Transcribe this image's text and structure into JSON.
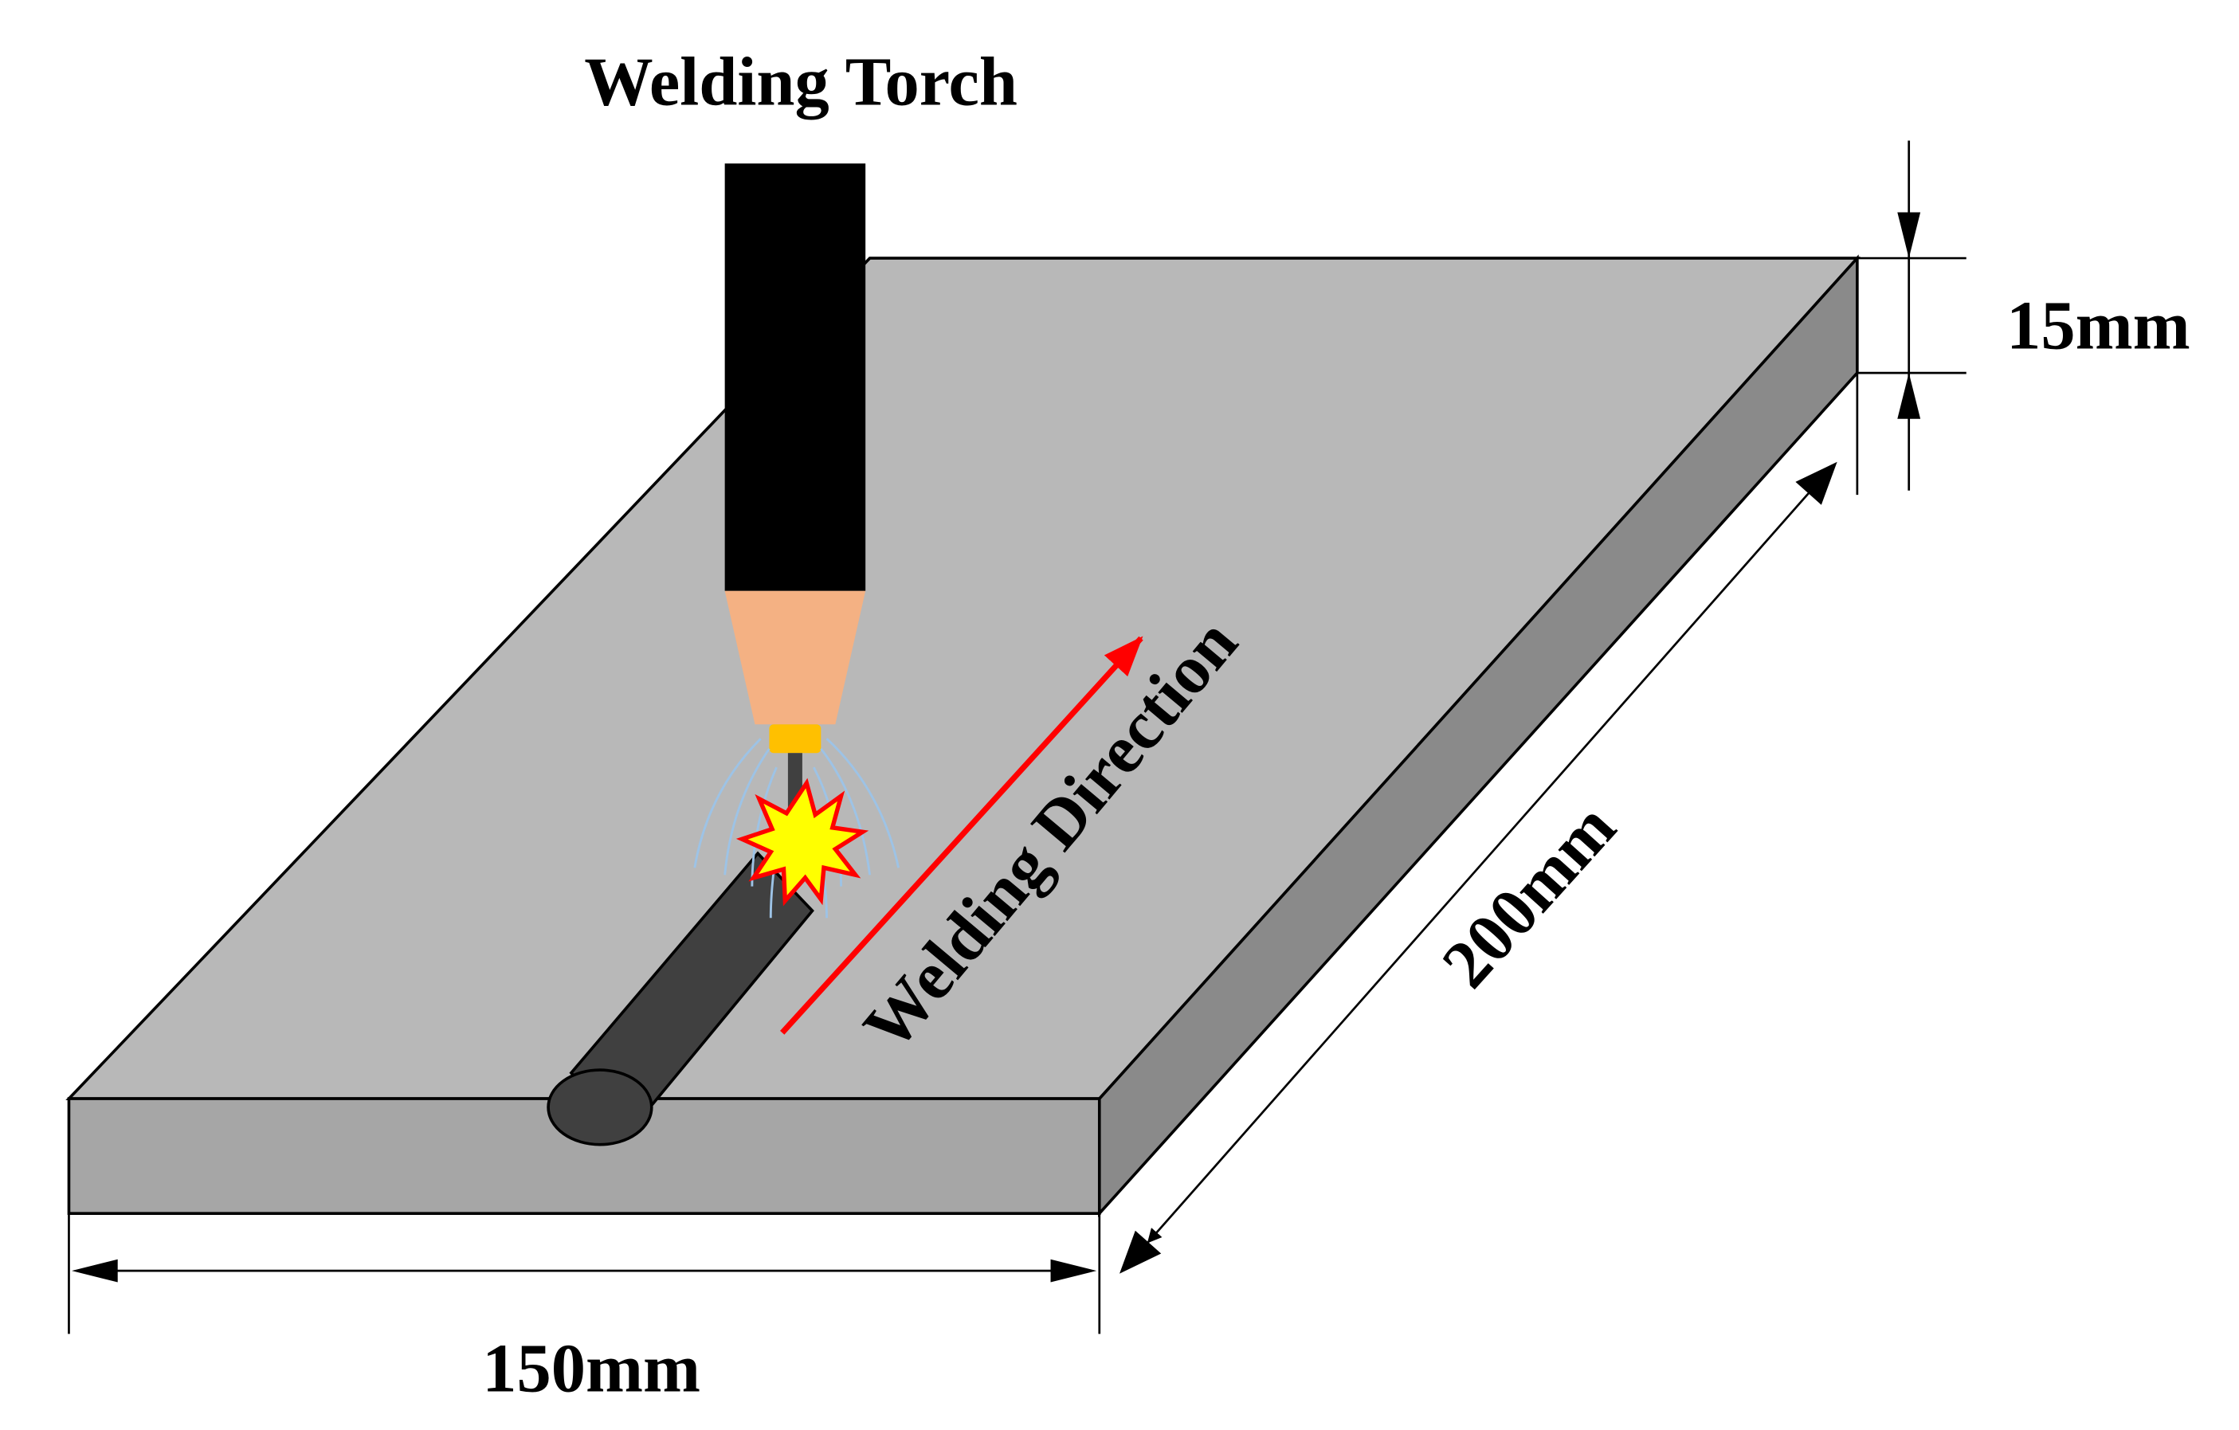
{
  "labels": {
    "torch": "Welding Torch",
    "direction": "Welding Direction",
    "thickness": "15mm",
    "length": "200mm",
    "width": "150mm"
  },
  "colors": {
    "plate_top": "#b8b8b8",
    "plate_front": "#a6a6a6",
    "plate_side": "#8a8a8a",
    "weld_bead": "#404040",
    "torch_body": "#000000",
    "torch_nozzle": "#f4b183",
    "contact_tip": "#ffc000",
    "arc_burst_fill": "#ffff00",
    "arc_burst_outline": "#ff0000",
    "direction_arrow": "#ff0000",
    "shield_gas_lines": "#9dc3e6",
    "dimension_lines": "#000000"
  }
}
